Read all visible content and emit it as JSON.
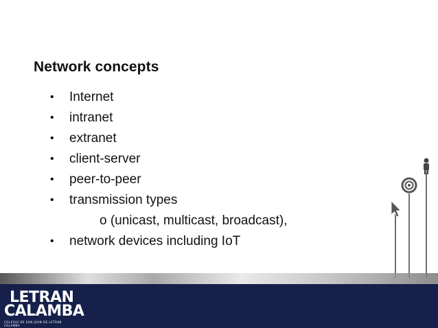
{
  "slide": {
    "title": "Network concepts",
    "bullets": [
      {
        "type": "main",
        "text": "Internet"
      },
      {
        "type": "main",
        "text": "intranet"
      },
      {
        "type": "main",
        "text": "extranet"
      },
      {
        "type": "main",
        "text": "client-server"
      },
      {
        "type": "main",
        "text": "peer-to-peer"
      },
      {
        "type": "main",
        "text": "transmission types"
      },
      {
        "type": "sub",
        "text": "o (unicast, multicast, broadcast),"
      },
      {
        "type": "main",
        "text": "network devices including IoT"
      }
    ],
    "bullet_symbol": "•"
  },
  "footer": {
    "logo_line1": "LETRAN",
    "logo_line2": "CALAMBA",
    "logo_tagline": "COLEGIO DE SAN JUAN DE LETRAN CALAMBA"
  },
  "colors": {
    "footer_navy": "#15214a",
    "text": "#111111",
    "decor_gray": "#6e6e6e"
  },
  "icons": [
    "person-icon",
    "target-icon",
    "cursor-arrow-icon"
  ]
}
